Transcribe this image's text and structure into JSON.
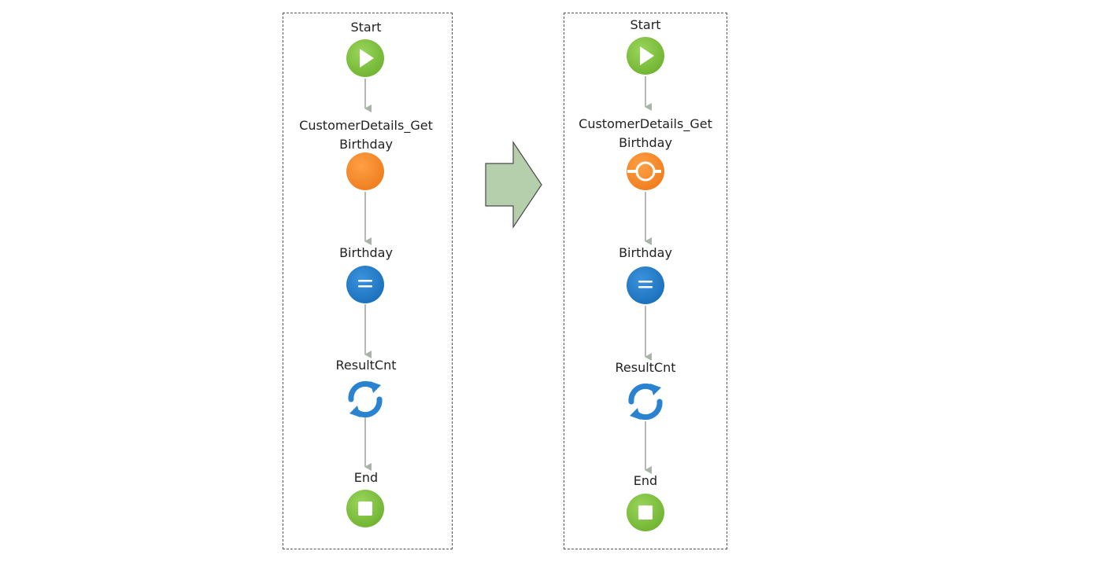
{
  "left_flow": {
    "nodes": [
      {
        "label": "Start",
        "icon": "start-icon"
      },
      {
        "label": "CustomerDetails_Get\nBirthday",
        "icon": "orange-circle-icon"
      },
      {
        "label": "Birthday",
        "icon": "assign-icon"
      },
      {
        "label": "ResultCnt",
        "icon": "refresh-icon"
      },
      {
        "label": "End",
        "icon": "end-icon"
      }
    ]
  },
  "right_flow": {
    "nodes": [
      {
        "label": "Start",
        "icon": "start-icon"
      },
      {
        "label": "CustomerDetails_Get\nBirthday",
        "icon": "server-action-icon"
      },
      {
        "label": "Birthday",
        "icon": "assign-icon"
      },
      {
        "label": "ResultCnt",
        "icon": "refresh-icon"
      },
      {
        "label": "End",
        "icon": "end-icon"
      }
    ]
  },
  "transition_arrow": {
    "icon": "block-arrow-right-icon",
    "color": "#b5cfad"
  },
  "colors": {
    "start_end": "#7ac13d",
    "action_orange": "#f28b2c",
    "assign_blue": "#1f7bc8",
    "refresh_blue": "#2a83d1",
    "connector": "#9a9a9a",
    "border": "#555555"
  }
}
